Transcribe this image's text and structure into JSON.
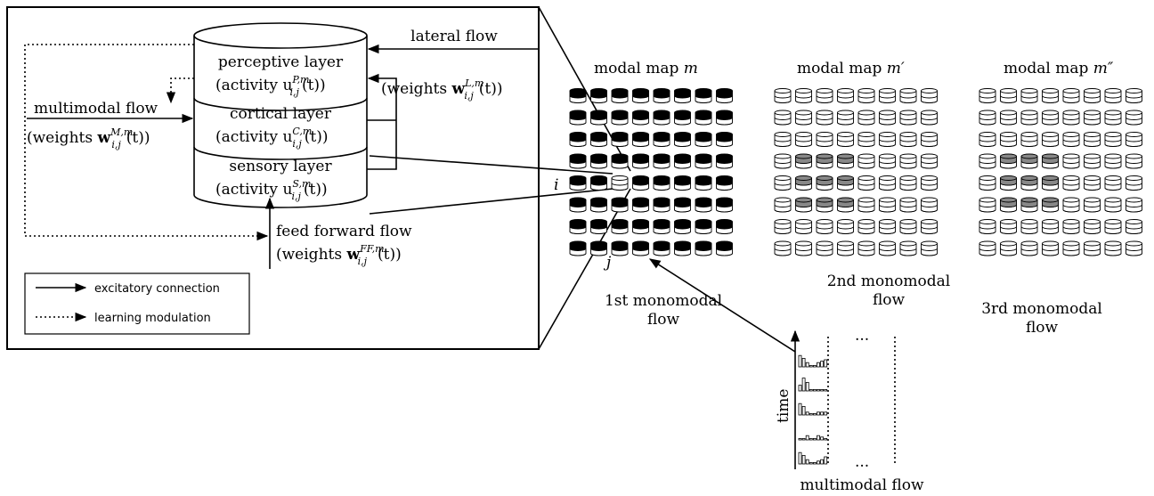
{
  "layers": {
    "perceptive": {
      "name": "perceptive layer",
      "activity": "(activity u",
      "sup": "P,m",
      "sub": "i,j",
      "tail": "(t))"
    },
    "cortical": {
      "name": "cortical layer",
      "activity": "(activity u",
      "sup": "C,m",
      "sub": "i,j",
      "tail": "(t))"
    },
    "sensory": {
      "name": "sensory layer",
      "activity": "(activity u",
      "sup": "S,m",
      "sub": "i,j",
      "tail": "(t))"
    }
  },
  "flows": {
    "lateral": {
      "name": "lateral flow",
      "weights": "(weights ",
      "w": "w",
      "sup": "L,m",
      "sub": "i,j",
      "tail": "(t))"
    },
    "multimodal": {
      "name": "multimodal flow",
      "weights": "(weights ",
      "w": "w",
      "sup": "M,m",
      "sub": "i,j",
      "tail": "(t))"
    },
    "feed_forward": {
      "name": "feed forward flow",
      "weights": "(weights ",
      "w": "w",
      "sup": "FF,m",
      "sub": "i,j",
      "tail": "(t))"
    }
  },
  "legend": {
    "excitatory": "excitatory connection",
    "learning": "learning modulation"
  },
  "maps": [
    {
      "title": "modal map ",
      "var": "m",
      "flow_line1": "1st monomodal",
      "flow_line2": "flow"
    },
    {
      "title": "modal map ",
      "var": "m′",
      "flow_line1": "2nd  monomodal",
      "flow_line2": "flow"
    },
    {
      "title": "modal map ",
      "var": "m″",
      "flow_line1": "3rd monomodal",
      "flow_line2": "flow"
    }
  ],
  "map_labels": {
    "row": "i",
    "col": "j"
  },
  "multimodal_input": {
    "time_label": "time",
    "bottom_label": "multimodal flow",
    "ellipsis_top": "...",
    "ellipsis_bottom": "..."
  }
}
